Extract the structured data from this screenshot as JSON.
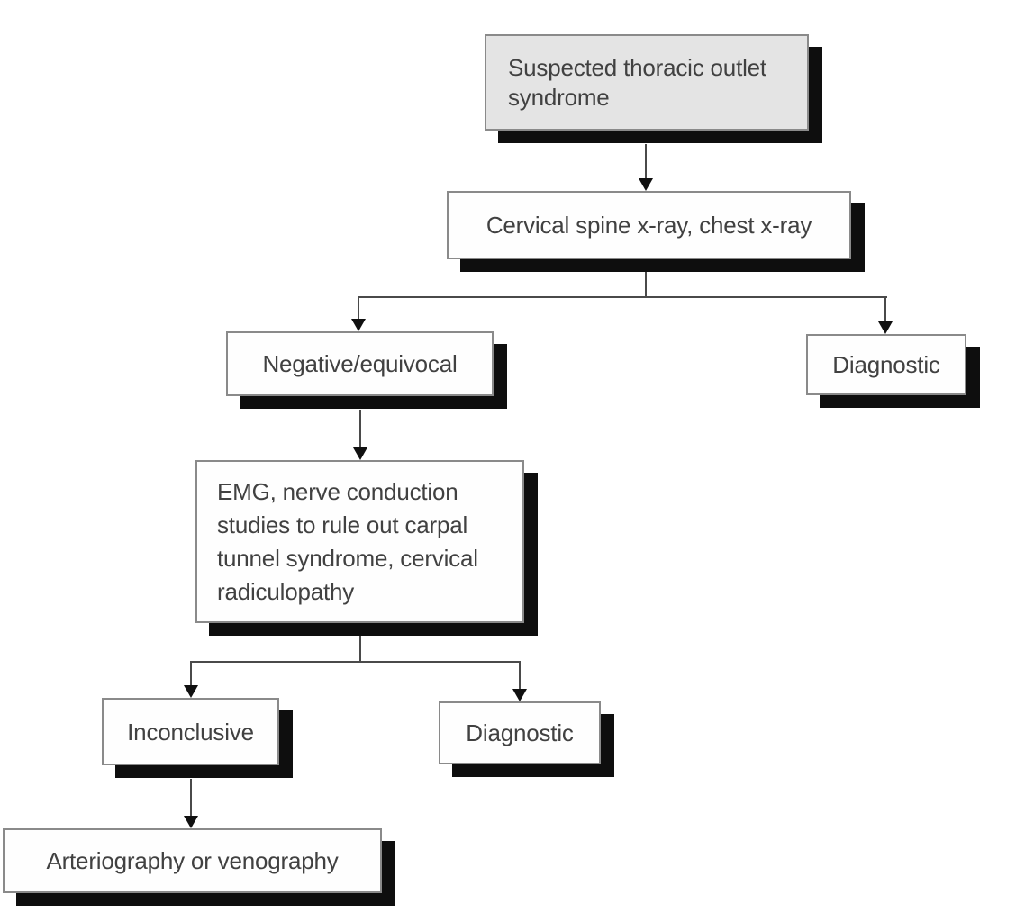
{
  "diagram": {
    "type": "flowchart",
    "nodes": [
      {
        "id": "suspected",
        "label": "Suspected thoracic outlet\nsyndrome",
        "variant": "shaded"
      },
      {
        "id": "xray",
        "label": "Cervical spine x-ray, chest x-ray",
        "variant": "plain"
      },
      {
        "id": "negative",
        "label": "Negative/equivocal",
        "variant": "plain"
      },
      {
        "id": "diagnostic-imaging",
        "label": "Diagnostic",
        "variant": "plain"
      },
      {
        "id": "emg",
        "label": "EMG, nerve conduction\nstudies to rule out carpal\ntunnel syndrome, cervical\nradiculopathy",
        "variant": "plain"
      },
      {
        "id": "inconclusive",
        "label": "Inconclusive",
        "variant": "plain"
      },
      {
        "id": "diagnostic-emg",
        "label": "Diagnostic",
        "variant": "plain"
      },
      {
        "id": "arteriography",
        "label": "Arteriography or venography",
        "variant": "plain"
      }
    ],
    "edges": [
      {
        "from": "suspected",
        "to": "xray"
      },
      {
        "from": "xray",
        "to": "negative"
      },
      {
        "from": "xray",
        "to": "diagnostic-imaging"
      },
      {
        "from": "negative",
        "to": "emg"
      },
      {
        "from": "emg",
        "to": "inconclusive"
      },
      {
        "from": "emg",
        "to": "diagnostic-emg"
      },
      {
        "from": "inconclusive",
        "to": "arteriography"
      }
    ],
    "colors": {
      "shaded_fill": "#e4e4e4",
      "box_fill": "#fefefe",
      "border": "#8a8a8a",
      "shadow": "#0e0e0e",
      "line": "#4a4a4a",
      "text": "#414141"
    }
  }
}
